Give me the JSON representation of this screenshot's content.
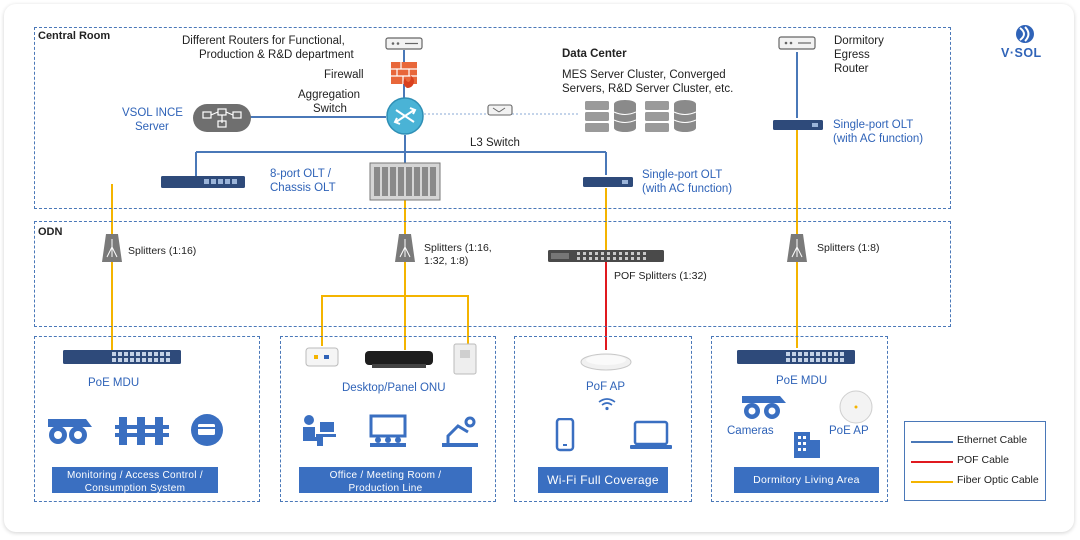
{
  "logo": {
    "text": "V·SOL"
  },
  "zones": {
    "central": "Central Room",
    "odn": "ODN"
  },
  "central": {
    "routers_label": "Different  Routers for Functional, Production & R&D department",
    "routers_line1": "Different  Routers for Functional,",
    "routers_line2": "Production & R&D department",
    "firewall": "Firewall",
    "agg_line1": "Aggregation",
    "agg_line2": "Switch",
    "ince_line1": "VSOL INCE",
    "ince_line2": "Server",
    "dc_title": "Data Center",
    "dc_line1": "MES Server Cluster, Converged",
    "dc_line2": "Servers, R&D Server Cluster, etc.",
    "l3": "L3 Switch",
    "olt8_line1": "8-port OLT /",
    "olt8_line2": "Chassis OLT",
    "olt1_line1": "Single-port OLT",
    "olt1_line2": "(with AC function)",
    "dorm_line1": "Dormitory",
    "dorm_line2": "Egress",
    "dorm_line3": "Router",
    "olt1b_line1": "Single-port OLT",
    "olt1b_line2": "(with AC function)"
  },
  "odn": {
    "split1": "Splitters (1:16)",
    "split2_line1": "Splitters (1:16,",
    "split2_line2": "1:32, 1:8)",
    "pof": "POF Splitters (1:32)",
    "split4": "Splitters (1:8)"
  },
  "areas": [
    {
      "device": "PoE MDU",
      "tag_line1": "Monitoring / Access Control /",
      "tag_line2": "Consumption System"
    },
    {
      "device": "Desktop/Panel ONU",
      "tag_line1": "Office / Meeting Room /",
      "tag_line2": "Production Line"
    },
    {
      "device": "PoF AP",
      "tag": "Wi-Fi Full Coverage"
    },
    {
      "device": "PoE MDU",
      "cameras": "Cameras",
      "poe_ap": "PoE AP",
      "tag": "Dormitory Living Area"
    }
  ],
  "legend": [
    {
      "label": "Ethernet Cable",
      "color": "#4a78b8"
    },
    {
      "label": "POF Cable",
      "color": "#e0191f"
    },
    {
      "label": "Fiber Optic Cable",
      "color": "#f4b400"
    }
  ],
  "colors": {
    "ethernet": "#4a78b8",
    "pof": "#e0191f",
    "fiber": "#f4b400",
    "accent": "#2f63b8"
  }
}
